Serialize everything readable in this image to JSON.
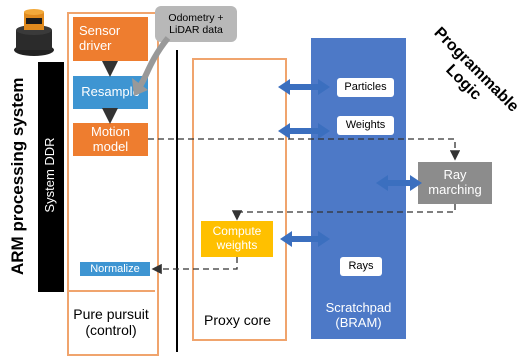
{
  "labels": {
    "arm_processing_system": "ARM processing system",
    "system_ddr": "System DDR",
    "sensor_driver": "Sensor driver",
    "resample": "Resample",
    "motion_model": "Motion model",
    "normalize": "Normalize",
    "pure_pursuit": "Pure pursuit (control)",
    "odometry_callout": "Odometry + LiDAR data",
    "proxy_core": "Proxy core",
    "compute_weights": "Compute weights",
    "particles": "Particles",
    "weights": "Weights",
    "rays": "Rays",
    "scratchpad": "Scratchpad (BRAM)",
    "ray_marching": "Ray marching",
    "programmable_logic": "Programmable Logic"
  },
  "colors": {
    "orange": "#ee7d2f",
    "blue": "#3e95d2",
    "scratchpad_blue": "#4d79c7",
    "arrow_blue": "#3b6fbf",
    "compute_yellow": "#ffc000",
    "ray_gray": "#8c8c8c"
  },
  "icons": {
    "lidar": "lidar-sensor-icon"
  }
}
